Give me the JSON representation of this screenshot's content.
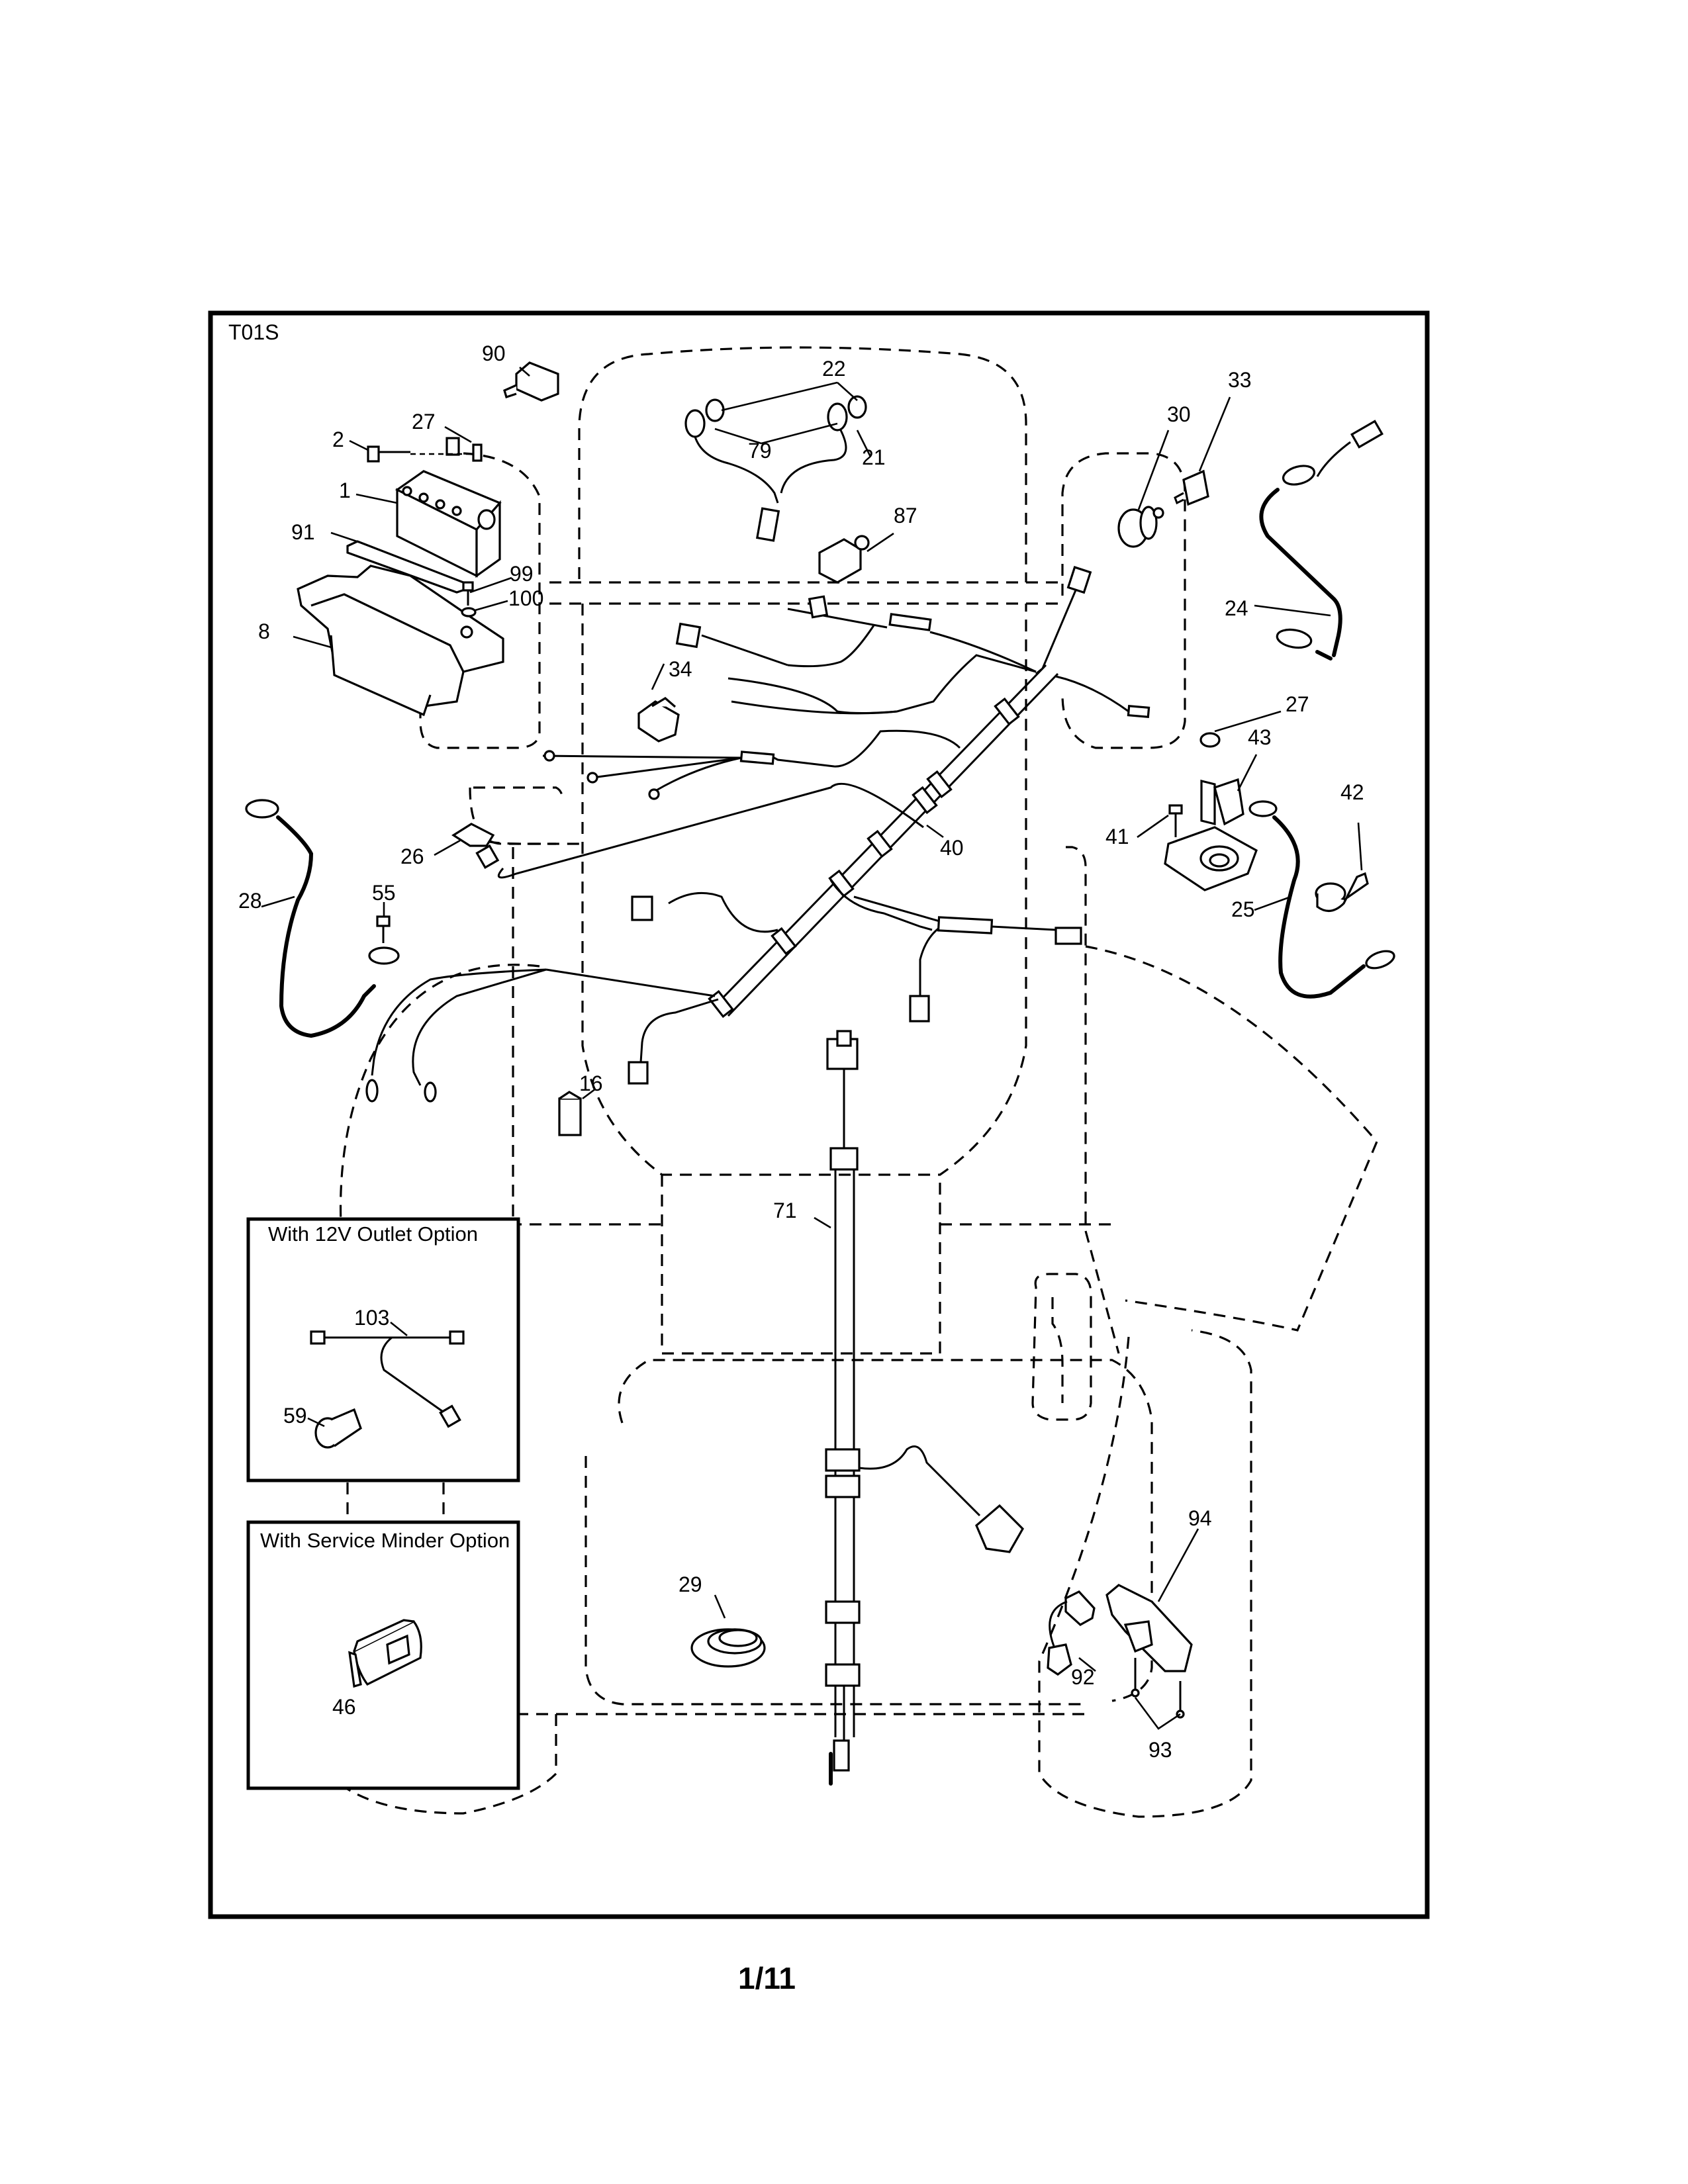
{
  "diagram": {
    "figure_id": "T01S",
    "page_number": "1/11",
    "insets": [
      {
        "title": "With 12V Outlet Option",
        "callouts": [
          "103",
          "59"
        ]
      },
      {
        "title": "With Service Minder Option",
        "callouts": [
          "46"
        ]
      }
    ],
    "callouts": {
      "c90": "90",
      "c2": "2",
      "c27a": "27",
      "c1": "1",
      "c91": "91",
      "c99": "99",
      "c100": "100",
      "c8": "8",
      "c22": "22",
      "c79": "79",
      "c21": "21",
      "c87": "87",
      "c30": "30",
      "c33": "33",
      "c24": "24",
      "c34": "34",
      "c27b": "27",
      "c43": "43",
      "c42": "42",
      "c41": "41",
      "c40": "40",
      "c26": "26",
      "c28": "28",
      "c55": "55",
      "c25": "25",
      "c16": "16",
      "c71": "71",
      "c103": "103",
      "c59": "59",
      "c94": "94",
      "c29": "29",
      "c92": "92",
      "c93": "93",
      "c46": "46"
    }
  }
}
